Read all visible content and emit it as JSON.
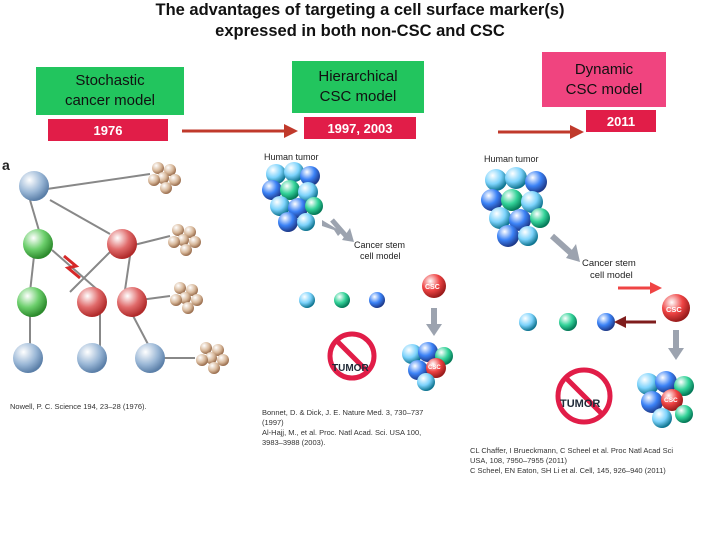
{
  "title": {
    "line1": "The advantages of targeting a cell surface marker(s)",
    "line2": "expressed in both non-CSC and CSC"
  },
  "models": [
    {
      "name_line1": "Stochastic",
      "name_line2": "cancer model",
      "year": "1976",
      "box_color": "#22c55e",
      "year_color": "#e11d48"
    },
    {
      "name_line1": "Hierarchical",
      "name_line2": "CSC model",
      "year": "1997, 2003",
      "box_color": "#22c55e",
      "year_color": "#e11d48"
    },
    {
      "name_line1": "Dynamic",
      "name_line2": "CSC  model",
      "year": "2011",
      "box_color": "#f0447f",
      "year_color": "#e11d48"
    }
  ],
  "panels": {
    "stochastic": {
      "label": "a"
    },
    "hierarchical": {
      "human_tumor": "Human tumor",
      "csc_model_line1": "Cancer stem",
      "csc_model_line2": "cell model",
      "csc": "CSC",
      "tumor": "TUMOR"
    },
    "dynamic": {
      "human_tumor": "Human tumor",
      "csc_model_line1": "Cancer stem",
      "csc_model_line2": "cell model",
      "csc": "CSC",
      "tumor": "TUMOR"
    }
  },
  "references": {
    "stochastic": [
      "Nowell, P. C. Science 194, 23–28 (1976)."
    ],
    "hierarchical": [
      "Bonnet, D. & Dick, J. E. Nature Med. 3, 730–737",
      "(1997)",
      "Al-Hajj, M., et al. Proc. Natl Acad. Sci. USA 100,",
      "3983–3988 (2003)."
    ],
    "dynamic": [
      "CL Chaffer, I Brueckmann, C Scheel et al. Proc Natl Acad Sci",
      "USA, 108, 7950–7955 (2011)",
      "C Scheel, EN Eaton, SH Li et al. Cell, 145, 926–940 (2011)"
    ]
  }
}
